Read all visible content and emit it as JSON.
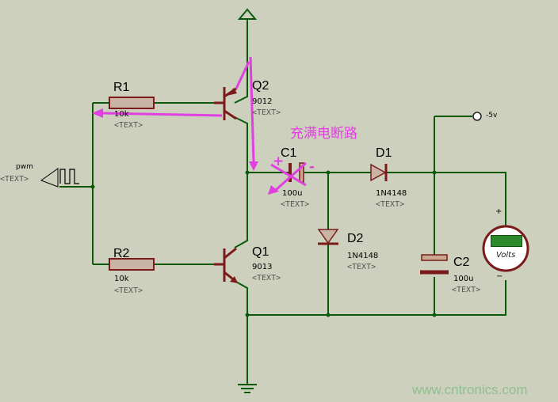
{
  "components": {
    "R1": {
      "ref": "R1",
      "value": "10k",
      "text": "<TEXT>"
    },
    "R2": {
      "ref": "R2",
      "value": "10k",
      "text": "<TEXT>"
    },
    "Q1": {
      "ref": "Q1",
      "value": "9013",
      "text": "<TEXT>"
    },
    "Q2": {
      "ref": "Q2",
      "value": "9012",
      "text": "<TEXT>"
    },
    "C1": {
      "ref": "C1",
      "value": "100u",
      "text": "<TEXT>"
    },
    "C2": {
      "ref": "C2",
      "value": "100u",
      "text": "<TEXT>"
    },
    "D1": {
      "ref": "D1",
      "value": "1N4148",
      "text": "<TEXT>"
    },
    "D2": {
      "ref": "D2",
      "value": "1N4148",
      "text": "<TEXT>"
    },
    "pwm": {
      "label": "pwm",
      "text": "<TEXT>"
    },
    "output": {
      "label": "-5v"
    },
    "voltmeter": {
      "unit": "Volts",
      "plus": "+",
      "minus": "−"
    }
  },
  "annotations": {
    "charge_path": "充满电断路",
    "c1_plus": "+",
    "c1_minus": "-"
  },
  "watermark": "www.cntronics.com",
  "colors": {
    "background": "#ccd0bd",
    "wire": "#0a5a0a",
    "component": "#7a1a1a",
    "resistor_fill": "#c9b3a4",
    "annotation": "#e040e0"
  }
}
